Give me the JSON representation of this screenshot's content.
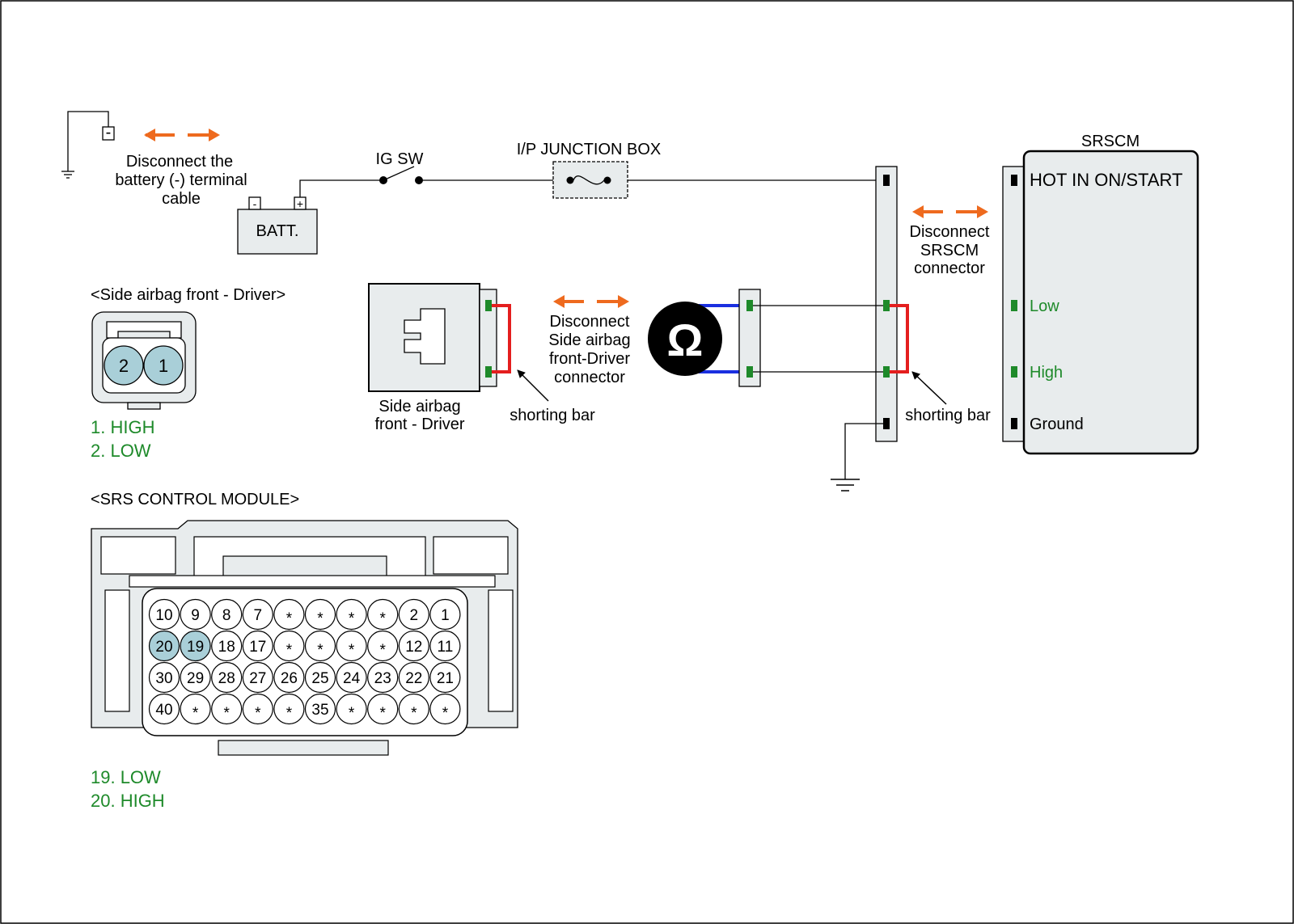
{
  "colors": {
    "wire": "#000000",
    "arrow": "#ee6a1e",
    "shorting_bar": "#e41e1e",
    "lead": "#1a2fe0",
    "terminal_green": "#1e8a2a",
    "pin_highlight": "#a9cfd8",
    "panel": "#e8eced",
    "label_green": "#1e8a2a"
  },
  "icons": {
    "ohmmeter": "ohm-meter-icon",
    "ground": "ground-icon",
    "switch": "switch-icon",
    "fuse": "fuse-icon",
    "arrow": "double-arrow-icon"
  },
  "battery": {
    "instruction": [
      "Disconnect the",
      "battery (-) terminal",
      "cable"
    ],
    "neg_symbol": "-",
    "label": "BATT.",
    "neg_terminal": "-",
    "pos_terminal": "+"
  },
  "ig_sw": {
    "label": "IG SW"
  },
  "junction_box": {
    "label": "I/P JUNCTION BOX"
  },
  "srscm": {
    "title": "SRSCM",
    "pins": [
      "HOT IN ON/START",
      "Low",
      "High",
      "Ground"
    ],
    "instruction": [
      "Disconnect",
      "SRSCM",
      "connector"
    ]
  },
  "side_airbag": {
    "caption": "<Side airbag front - Driver>",
    "connector_pins": [
      "2",
      "1"
    ],
    "pin_legend": [
      "1. HIGH",
      "2. LOW"
    ],
    "component_label": [
      "Side airbag",
      "front - Driver"
    ],
    "instruction": [
      "Disconnect",
      "Side airbag",
      "front-Driver",
      "connector"
    ]
  },
  "meter": {
    "symbol": "Ω"
  },
  "shorting_bar_left": "shorting bar",
  "shorting_bar_right": "shorting bar",
  "control_module": {
    "caption": "<SRS CONTROL MODULE>",
    "rows": [
      [
        "10",
        "9",
        "8",
        "7",
        "*",
        "*",
        "*",
        "*",
        "2",
        "1"
      ],
      [
        "20",
        "19",
        "18",
        "17",
        "*",
        "*",
        "*",
        "*",
        "12",
        "11"
      ],
      [
        "30",
        "29",
        "28",
        "27",
        "26",
        "25",
        "24",
        "23",
        "22",
        "21"
      ],
      [
        "40",
        "*",
        "*",
        "*",
        "*",
        "35",
        "*",
        "*",
        "*",
        "*"
      ]
    ],
    "highlighted": [
      "20",
      "19"
    ],
    "pin_legend": [
      "19. LOW",
      "20. HIGH"
    ]
  }
}
